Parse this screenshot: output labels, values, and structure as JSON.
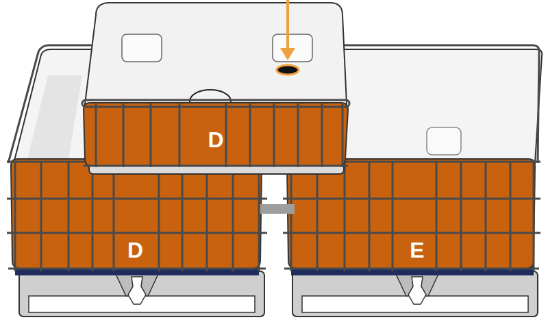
{
  "diagram": {
    "nodes": [
      {
        "text": [
          "D"
        ]
      },
      {
        "text": [
          "D"
        ]
      },
      {
        "text": [
          "E"
        ]
      }
    ],
    "edges": [
      {
        "from": 1,
        "to": 2,
        "arrow": "none"
      }
    ]
  }
}
